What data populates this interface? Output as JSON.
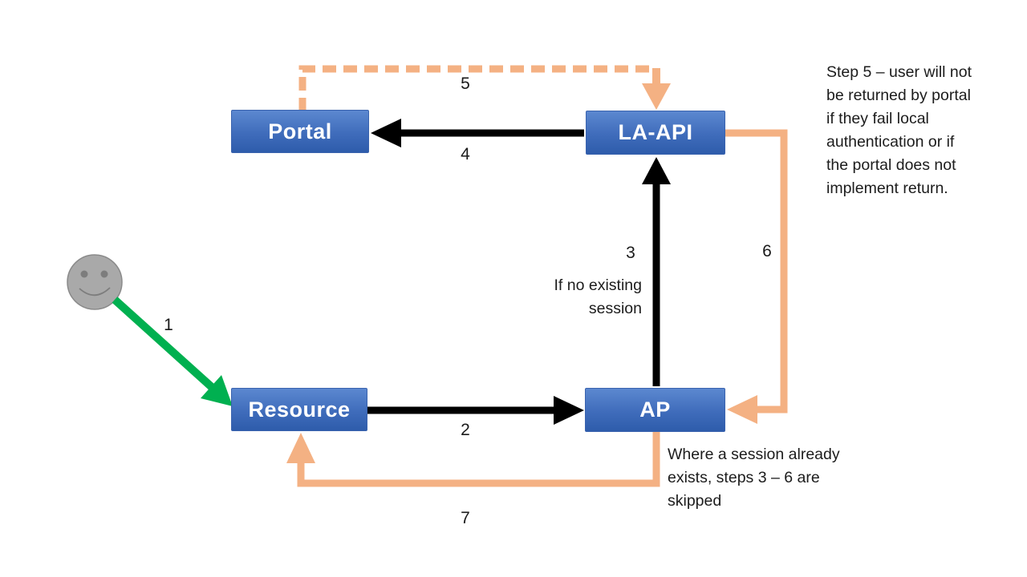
{
  "diagram": {
    "title": "authentication-session-flow",
    "nodes": [
      {
        "id": "portal",
        "label": "Portal"
      },
      {
        "id": "la-api",
        "label": "LA-API"
      },
      {
        "id": "resource",
        "label": "Resource"
      },
      {
        "id": "ap",
        "label": "AP"
      }
    ],
    "step_labels": [
      "1",
      "2",
      "3",
      "4",
      "5",
      "6",
      "7"
    ],
    "edges": [
      {
        "step": "1",
        "from": "user",
        "to": "resource",
        "style": "solid",
        "color_name": "green"
      },
      {
        "step": "2",
        "from": "resource",
        "to": "ap",
        "style": "solid",
        "color_name": "black"
      },
      {
        "step": "3",
        "from": "ap",
        "to": "la-api",
        "style": "solid",
        "color_name": "black",
        "condition": "If no existing session"
      },
      {
        "step": "4",
        "from": "la-api",
        "to": "portal",
        "style": "solid",
        "color_name": "black"
      },
      {
        "step": "5",
        "from": "portal",
        "to": "la-api",
        "style": "dashed",
        "color_name": "orange"
      },
      {
        "step": "6",
        "from": "la-api",
        "to": "ap",
        "style": "solid",
        "color_name": "orange"
      },
      {
        "step": "7",
        "from": "ap",
        "to": "resource",
        "style": "solid",
        "color_name": "orange"
      }
    ],
    "actor": {
      "icon": "smiley-user-icon"
    },
    "notes": {
      "step5": {
        "lines": [
          "Step 5 – user will not",
          "be returned by portal",
          "if they fail local",
          "authentication or if",
          "the portal does not",
          "implement return."
        ]
      },
      "session": {
        "lines": [
          "Where a session already",
          "exists, steps 3 – 6 are",
          "skipped"
        ]
      },
      "no_session": {
        "lines": [
          "If no existing",
          "session"
        ]
      }
    },
    "colors": {
      "node_fill_top": "#5c88d0",
      "node_fill_bottom": "#2e5cab",
      "node_text": "#ffffff",
      "arrow_black": "#000000",
      "arrow_orange": "#f4b183",
      "arrow_green": "#00b050",
      "actor_fill": "#a9a9a9",
      "actor_outline": "#8a8a8a",
      "text": "#1c1c1c",
      "background": "#ffffff"
    }
  }
}
